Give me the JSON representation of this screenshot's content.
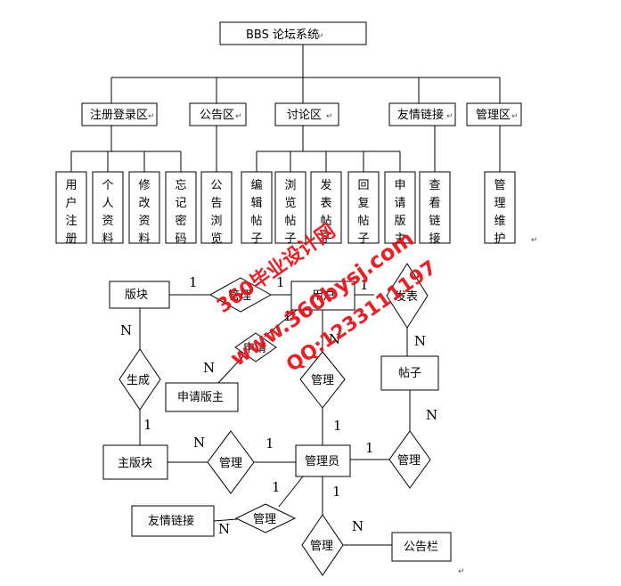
{
  "colors": {
    "line": "#000000",
    "watermark": "#e8161c",
    "background": "#ffffff"
  },
  "hierarchy": {
    "root": "BBS 论坛系统",
    "modules": [
      {
        "id": "register",
        "label": "注册登录区",
        "children": [
          "用户注册",
          "个人资料",
          "修改资料",
          "忘记密码"
        ]
      },
      {
        "id": "notice",
        "label": "公告区",
        "children": [
          "公告浏览"
        ]
      },
      {
        "id": "discuss",
        "label": "讨论区",
        "children": [
          "编辑帖子",
          "浏览帖子",
          "发表帖子",
          "回复帖子",
          "申请版主"
        ]
      },
      {
        "id": "links",
        "label": "友情链接",
        "children": [
          "查看链接"
        ]
      },
      {
        "id": "manage",
        "label": "管理区",
        "children": [
          "管理维护"
        ]
      }
    ]
  },
  "er": {
    "entities": {
      "bankuai": "版块",
      "user": "用户",
      "post": "帖子",
      "apply_mod": "申请版主",
      "main_board": "主版块",
      "admin": "管理员",
      "friend_link": "友情链接",
      "notice_board": "公告栏"
    },
    "relations": {
      "guanli_top": "管理",
      "publish": "发表",
      "generate": "生成",
      "apply": "申请",
      "admin_user": "管理",
      "admin_main": "管理",
      "admin_post": "管理",
      "admin_link": "管理",
      "admin_notice": "管理"
    },
    "cardinalities": {
      "bankuai_rel": "1",
      "rel_user": "1",
      "user_publish": "1",
      "publish_post": "N",
      "bankuai_generate": "N",
      "generate_main": "1",
      "user_apply": "1",
      "apply_mod": "N",
      "user_adminrel": "N",
      "adminrel_admin": "1",
      "main_adminrel": "N",
      "adminrel_admin2": "1",
      "post_adminrel": "N",
      "adminrel_admin3": "1",
      "admin_linkrel": "1",
      "linkrel_link": "N",
      "admin_noticerel": "1",
      "noticerel_notice": "N"
    }
  },
  "return_mark": "↵",
  "watermark": {
    "line1": "360毕业设计网",
    "line2": "www.360bysj.com",
    "line3": "QQ:1233111197"
  }
}
